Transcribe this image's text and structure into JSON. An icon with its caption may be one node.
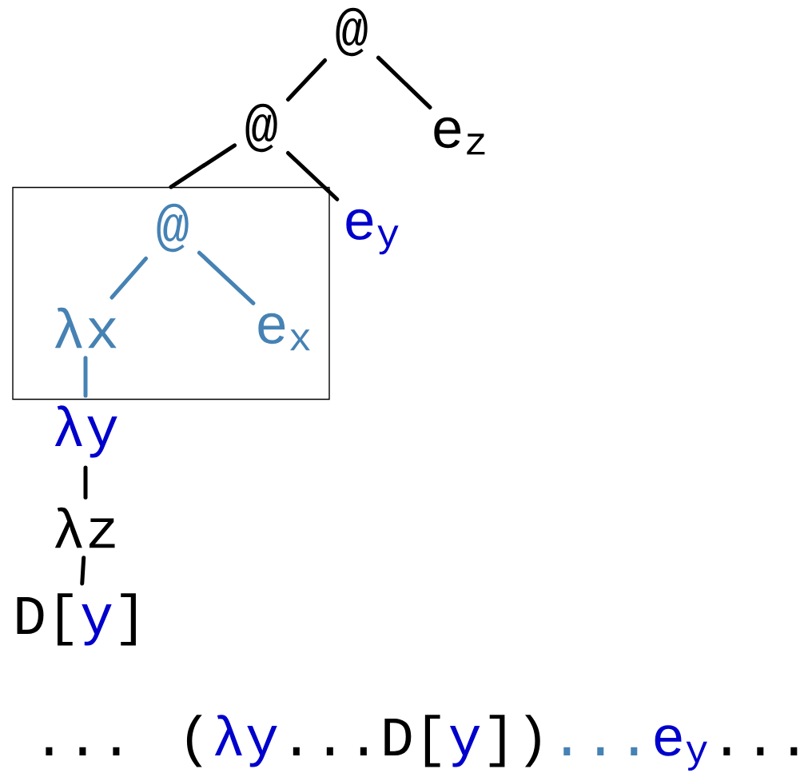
{
  "diagram": {
    "nodes": [
      {
        "text": [
          "@"
        ]
      },
      {
        "text": [
          "@"
        ]
      },
      {
        "text": [
          "e$_{z}$"
        ]
      },
      {
        "text": [],
        "shape": "box"
      },
      {
        "text": [
          "@"
        ],
        "in": 3
      },
      {
        "text": [
          "e$_{y}$"
        ]
      },
      {
        "text": [
          "λx"
        ],
        "in": 3
      },
      {
        "text": [
          "e$_{x}$"
        ],
        "in": 3
      },
      {
        "text": [
          "λy"
        ]
      },
      {
        "text": [
          "λz"
        ]
      },
      {
        "text": [
          "D[",
          "y",
          "]"
        ]
      }
    ],
    "edges": [
      {
        "from": 0,
        "to": 1,
        "arrow": "none"
      },
      {
        "from": 0,
        "to": 2,
        "arrow": "none"
      },
      {
        "from": 1,
        "to": 3,
        "arrow": "none"
      },
      {
        "from": 1,
        "to": 5,
        "arrow": "none"
      },
      {
        "from": 4,
        "to": 6,
        "arrow": "none",
        "color": "#4682b4"
      },
      {
        "from": 4,
        "to": 7,
        "arrow": "none",
        "color": "#4682b4"
      },
      {
        "from": 6,
        "to": 8,
        "arrow": "none",
        "color": "#4682b4"
      },
      {
        "from": 8,
        "to": 9,
        "arrow": "none"
      },
      {
        "from": 9,
        "to": 10,
        "arrow": "none"
      }
    ],
    "labels": [
      "...",
      "(",
      "λy",
      "...D[",
      "y",
      "])",
      "...",
      "e$_{y}$",
      "..."
    ]
  }
}
